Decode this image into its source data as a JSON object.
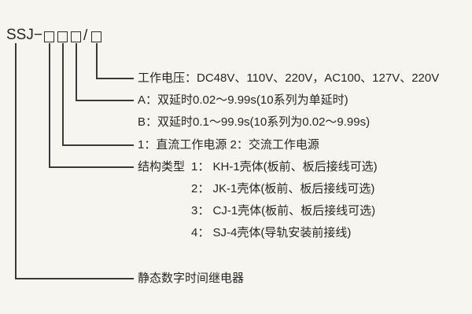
{
  "page": {
    "background": "#f7f5f0",
    "text_color": "#262626",
    "line_color": "#3a3a3a"
  },
  "model_code": {
    "prefix": "SSJ−",
    "slash": "/",
    "boxes_before_slash": 3,
    "boxes_after_slash": 1
  },
  "annotations": {
    "working_voltage": "工作电压：DC48V、110V、220V，AC100、127V、220V",
    "delay_a": "A：双延时0.02～9.99s(10系列为单延时)",
    "delay_b": "B：双延时0.1～99.9s(10系列为0.02～9.99s)",
    "power_supply": "1：直流工作电源 2：交流工作电源",
    "structure_label": "结构类型",
    "structure_items": [
      "1： KH-1壳体(板前、板后接线可选)",
      "2： JK-1壳体(板前、板后接线可选)",
      "3： CJ-1壳体(板前、板后接线可选)",
      "4： SJ-4壳体(导轨安装前接线)"
    ],
    "product_name": "静态数字时间继电器"
  }
}
